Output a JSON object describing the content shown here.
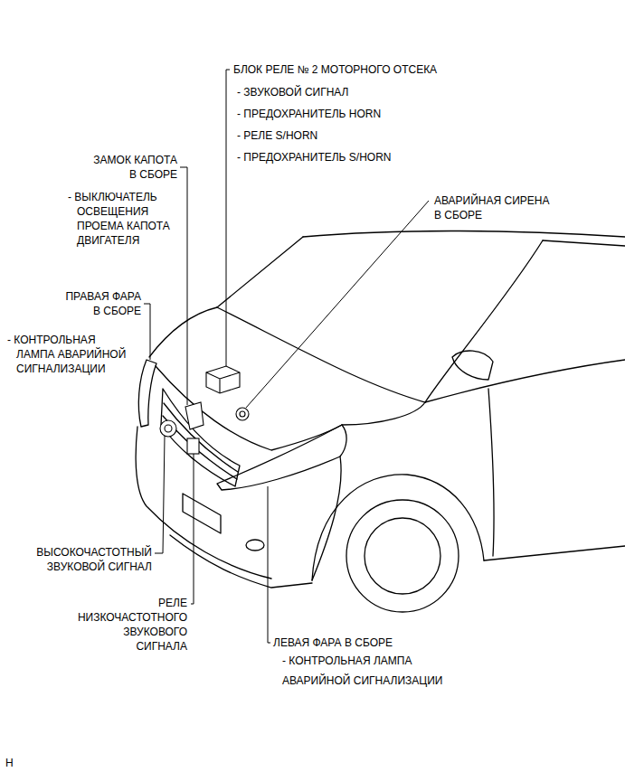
{
  "diagram": {
    "labels": [
      "БЛОК РЕЛЕ № 2 МОТОРНОГО ОТСЕКА",
      "- ЗВУКОВОЙ СИГНАЛ",
      "- ПРЕДОХРАНИТЕЛЬ HORN",
      "- РЕЛЕ S/HORN",
      "- ПРЕДОХРАНИТЕЛЬ S/HORN",
      "ЗАМОК КАПОТА В СБОРЕ",
      "- ВЫКЛЮЧАТЕЛЬ ОСВЕЩЕНИЯ ПРОЕМА КАПОТА ДВИГАТЕЛЯ",
      "АВАРИЙНАЯ СИРЕНА В СБОРЕ",
      "ПРАВАЯ ФАРА В СБОРЕ",
      "- КОНТРОЛЬНАЯ ЛАМПА АВАРИЙНОЙ СИГНАЛИЗАЦИИ",
      "ВЫСОКОЧАСТОТНЫЙ ЗВУКОВОЙ СИГНАЛ",
      "РЕЛЕ НИЗКОЧАСТОТНОГО ЗВУКОВОГО СИГНАЛА",
      "ЛЕВАЯ ФАРА В СБОРЕ",
      "- КОНТРОЛЬНАЯ ЛАМПА АВАРИЙНОЙ СИГНАЛИЗАЦИИ",
      "H"
    ]
  }
}
